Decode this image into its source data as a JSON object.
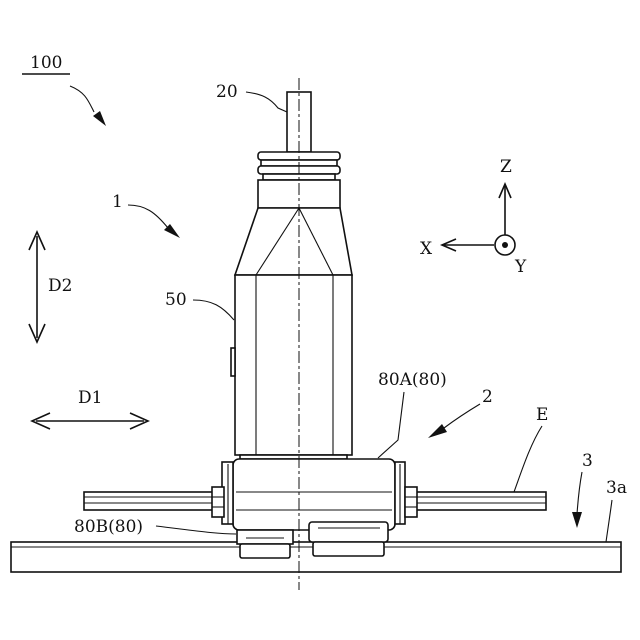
{
  "labels": {
    "assembly": "100",
    "shaft": "20",
    "robot": "1",
    "body": "50",
    "d2": "D2",
    "d1": "D1",
    "z": "Z",
    "x": "X",
    "y": "Y",
    "gripper_a": "80A(80)",
    "hand": "2",
    "edge": "E",
    "gripper_b": "80B(80)",
    "table": "3",
    "table_surface": "3a"
  }
}
